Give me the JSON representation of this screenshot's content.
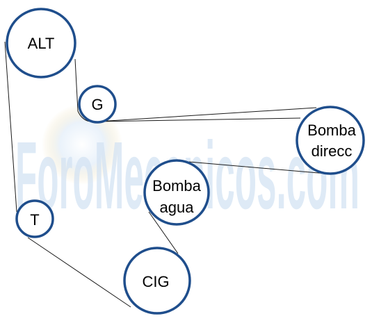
{
  "diagram": {
    "watermark": "ForoMecanicos.com",
    "pulley_stroke": "#1f4e8c",
    "pulleys": [
      {
        "id": "alt",
        "label": "ALT"
      },
      {
        "id": "g",
        "label": "G"
      },
      {
        "id": "bomba-direcc",
        "label_line1": "Bomba",
        "label_line2": "direcc"
      },
      {
        "id": "bomba-agua",
        "label_line1": "Bomba",
        "label_line2": "agua"
      },
      {
        "id": "t",
        "label": "T"
      },
      {
        "id": "cig",
        "label": "CIG"
      }
    ]
  }
}
